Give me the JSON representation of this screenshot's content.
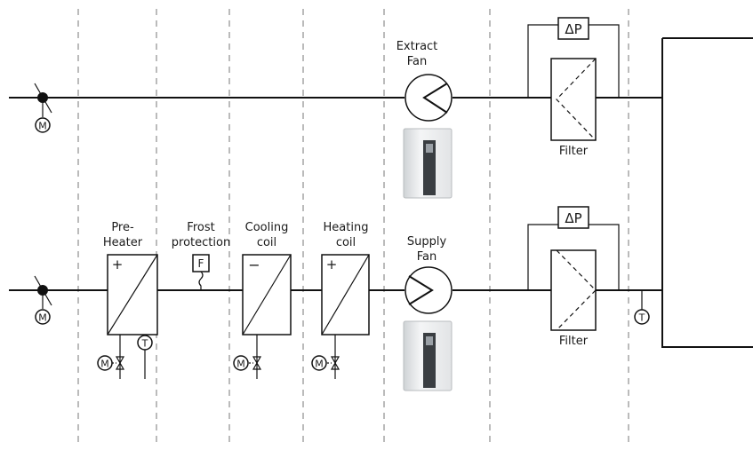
{
  "labels": {
    "extract_fan": [
      "Extract",
      "Fan"
    ],
    "supply_fan": [
      "Supply",
      "Fan"
    ],
    "pre_heater": [
      "Pre-",
      "Heater"
    ],
    "frost_protection": [
      "Frost",
      "protection"
    ],
    "cooling_coil": [
      "Cooling",
      "coil"
    ],
    "heating_coil": [
      "Heating",
      "coil"
    ],
    "filter_top": "Filter",
    "filter_bottom": "Filter",
    "delta_p_top": "ΔP",
    "delta_p_bottom": "ΔP"
  },
  "symbols": {
    "motor": "M",
    "temperature": "T",
    "frost_sensor": "F",
    "coil_plus": "+",
    "coil_minus": "−"
  },
  "icons": [
    "damper-icon",
    "motor-icon",
    "fan-icon",
    "filter-icon",
    "coil-icon",
    "valve-icon",
    "temperature-sensor-icon",
    "pressure-sensor-icon",
    "frequency-drive-icon"
  ]
}
